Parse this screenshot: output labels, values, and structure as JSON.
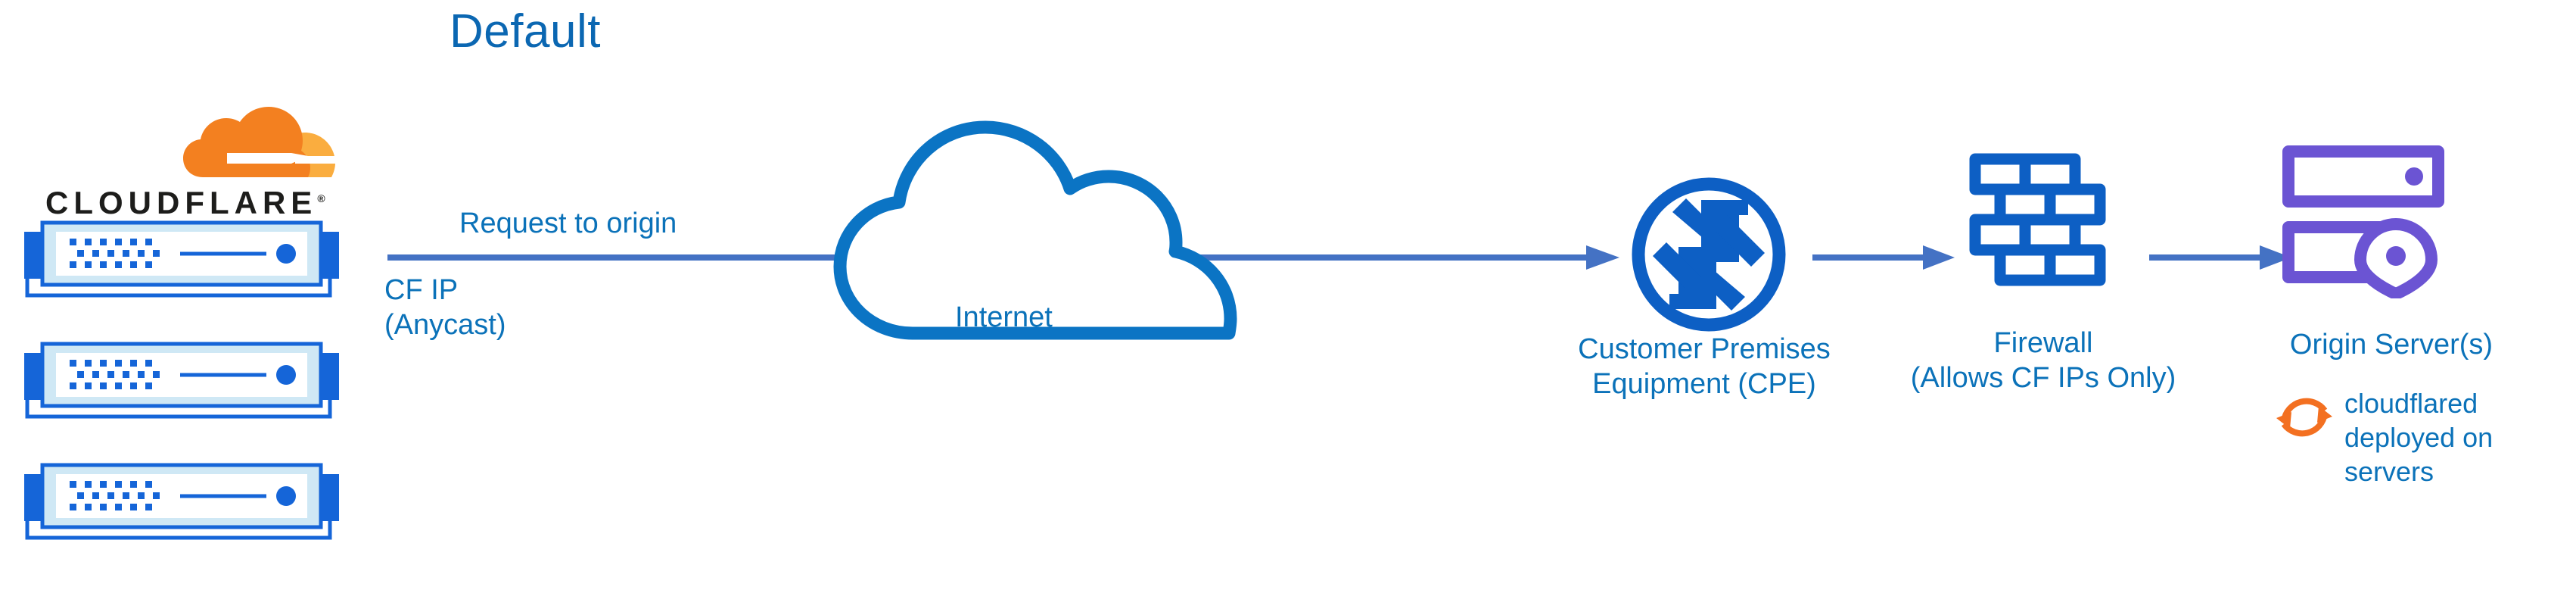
{
  "diagram": {
    "title": "Default",
    "type": "network-architecture"
  },
  "colors": {
    "title_blue": "#0b67b2",
    "label_blue": "#0b72b9",
    "arrow_blue": "#4472c4",
    "icon_blue": "#0d5fc4",
    "cloud_outline_blue": "#0b74c4",
    "server_blue": "#1565d8",
    "server_fill_light": "#cfe8f5",
    "origin_purple": "#6b54d3",
    "cloudflare_orange_dark": "#f38020",
    "cloudflare_orange_light": "#faad3f",
    "wordmark_black": "#1d1d1b"
  },
  "brand": {
    "logo_name": "cloudflare-logo",
    "wordmark": "CLOUDFLARE",
    "registered_mark": "®"
  },
  "nodes": {
    "cloudflare_edge": {
      "icon": "server-stack-icon",
      "server_count": 3,
      "ip_label": "CF IP\n(Anycast)"
    },
    "internet": {
      "icon": "cloud-icon",
      "label": "Internet"
    },
    "cpe": {
      "icon": "router-icon",
      "label": "Customer Premises\nEquipment (CPE)"
    },
    "firewall": {
      "icon": "brick-wall-icon",
      "label": "Firewall\n(Allows CF IPs Only)"
    },
    "origin": {
      "icon": "origin-server-icon",
      "label": "Origin Server(s)",
      "annotation_icon": "sync-arrows-icon",
      "annotation": "cloudflared\ndeployed on\nservers"
    }
  },
  "connections": {
    "request_to_origin": {
      "label": "Request to origin",
      "from": "cloudflare_edge",
      "to": "cpe",
      "arrow": "arrow-right"
    },
    "cpe_to_firewall": {
      "from": "cpe",
      "to": "firewall",
      "arrow": "arrow-right"
    },
    "firewall_to_origin": {
      "from": "firewall",
      "to": "origin",
      "arrow": "arrow-right"
    }
  }
}
